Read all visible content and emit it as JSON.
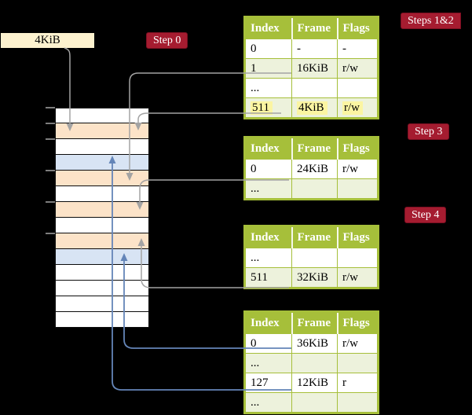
{
  "frame_box": {
    "label": "4KiB"
  },
  "step_labels": {
    "step0": "Step 0",
    "steps_1_2": "Steps 1&2",
    "step3": "Step 3",
    "step4": "Step 4"
  },
  "memory_stack": {
    "rows": [
      {
        "kind": "empty"
      },
      {
        "kind": "page-table"
      },
      {
        "kind": "empty"
      },
      {
        "kind": "mapped-page"
      },
      {
        "kind": "page-table"
      },
      {
        "kind": "empty"
      },
      {
        "kind": "page-table"
      },
      {
        "kind": "empty"
      },
      {
        "kind": "page-table"
      },
      {
        "kind": "mapped-page"
      },
      {
        "kind": "empty"
      },
      {
        "kind": "empty"
      },
      {
        "kind": "empty"
      },
      {
        "kind": "empty"
      }
    ],
    "tick_count": 6
  },
  "page_tables": [
    {
      "step": "Steps 1&2",
      "columns": [
        "Index",
        "Frame",
        "Flags"
      ],
      "rows": [
        {
          "index": "0",
          "frame": "-",
          "flags": "-"
        },
        {
          "index": "1",
          "frame": "16KiB",
          "flags": "r/w"
        },
        {
          "index": "...",
          "frame": "",
          "flags": ""
        },
        {
          "index": "511",
          "frame": "4KiB",
          "flags": "r/w",
          "highlighted": true
        }
      ]
    },
    {
      "step": "Step 3",
      "columns": [
        "Index",
        "Frame",
        "Flags"
      ],
      "rows": [
        {
          "index": "0",
          "frame": "24KiB",
          "flags": "r/w"
        },
        {
          "index": "...",
          "frame": "",
          "flags": ""
        }
      ]
    },
    {
      "step": "Step 4",
      "columns": [
        "Index",
        "Frame",
        "Flags"
      ],
      "rows": [
        {
          "index": "...",
          "frame": "",
          "flags": ""
        },
        {
          "index": "511",
          "frame": "32KiB",
          "flags": "r/w"
        }
      ]
    },
    {
      "step": "",
      "columns": [
        "Index",
        "Frame",
        "Flags"
      ],
      "rows": [
        {
          "index": "0",
          "frame": "36KiB",
          "flags": "r/w"
        },
        {
          "index": "...",
          "frame": "",
          "flags": ""
        },
        {
          "index": "127",
          "frame": "12KiB",
          "flags": "r"
        },
        {
          "index": "...",
          "frame": "",
          "flags": ""
        }
      ]
    }
  ],
  "colors": {
    "background": "#000000",
    "table_header_green": "#a6bf3a",
    "table_row_green": "#edf2dc",
    "page_table_frame_peach": "#fce3c8",
    "mapped_page_blue": "#d8e4f4",
    "badge_red": "#a51c30",
    "highlight_yellow": "#fbf5a2",
    "frame_box_cream": "#fdf2cf",
    "arrow_gray": "#a3a3a3",
    "arrow_blue": "#6485b8"
  }
}
